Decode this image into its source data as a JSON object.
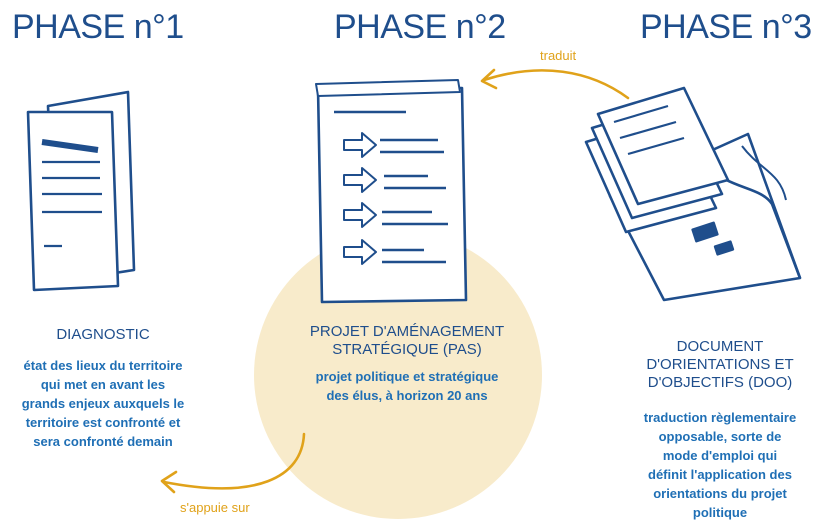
{
  "phases": [
    {
      "title": "PHASE n°1",
      "heading_lines": [
        "DIAGNOSTIC"
      ],
      "description_lines": [
        "état des lieux du territoire",
        "qui met en avant les",
        "grands enjeux auxquels le",
        "territoire est confronté et",
        "sera confronté demain"
      ],
      "icon": "document-icon"
    },
    {
      "title": "PHASE n°2",
      "heading_lines": [
        "PROJET D'AMÉNAGEMENT",
        "STRATÉGIQUE (PAS)"
      ],
      "description_lines": [
        "projet politique et stratégique",
        "des élus, à horizon 20 ans"
      ],
      "icon": "strategy-sheet-icon"
    },
    {
      "title": "PHASE n°3",
      "heading_lines": [
        "DOCUMENT",
        "D'ORIENTATIONS ET",
        "D'OBJECTIFS  (DOO)"
      ],
      "description_lines": [
        "traduction règlementaire",
        "opposable, sorte de",
        "mode d'emploi qui",
        "définit l'application des",
        "orientations du projet",
        "politique"
      ],
      "icon": "document-folder-icon"
    }
  ],
  "arrows": {
    "traduit": "traduit",
    "appuie": "s'appuie sur"
  },
  "colors": {
    "title": "#1f4e8c",
    "text": "#1f6fb5",
    "accent": "#e0a21a",
    "highlight": "#f8ebcb"
  }
}
